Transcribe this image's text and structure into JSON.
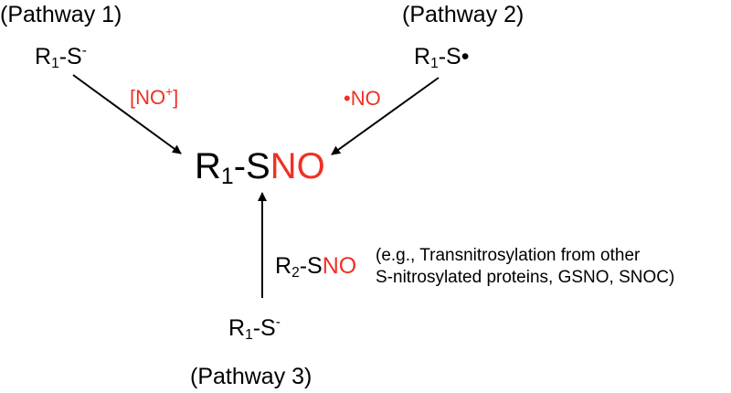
{
  "colors": {
    "accent": "#ee3124",
    "text": "#000000",
    "arrow": "#000000"
  },
  "pathways": {
    "p1": {
      "title": "(Pathway 1)",
      "reactant": {
        "prefix": "R",
        "sub": "1",
        "mid": "-S",
        "sup": "-"
      },
      "reagent": {
        "open": "[NO",
        "sup": "+",
        "close": "]"
      }
    },
    "p2": {
      "title": "(Pathway 2)",
      "reactant": {
        "prefix": "R",
        "sub": "1",
        "mid": "-S•"
      },
      "reagent": {
        "text": "•NO"
      }
    },
    "p3": {
      "title": "(Pathway 3)",
      "reactant": {
        "prefix": "R",
        "sub": "1",
        "mid": "-S",
        "sup": "-"
      }
    }
  },
  "product": {
    "prefix": "R",
    "sub": "1",
    "mid": "-S",
    "accent": "NO"
  },
  "donor": {
    "prefix": "R",
    "sub": "2",
    "mid": "-S",
    "accent": "NO",
    "note_line1": "(e.g., Transnitrosylation from other",
    "note_line2": "S-nitrosylated proteins, GSNO, SNOC)"
  }
}
